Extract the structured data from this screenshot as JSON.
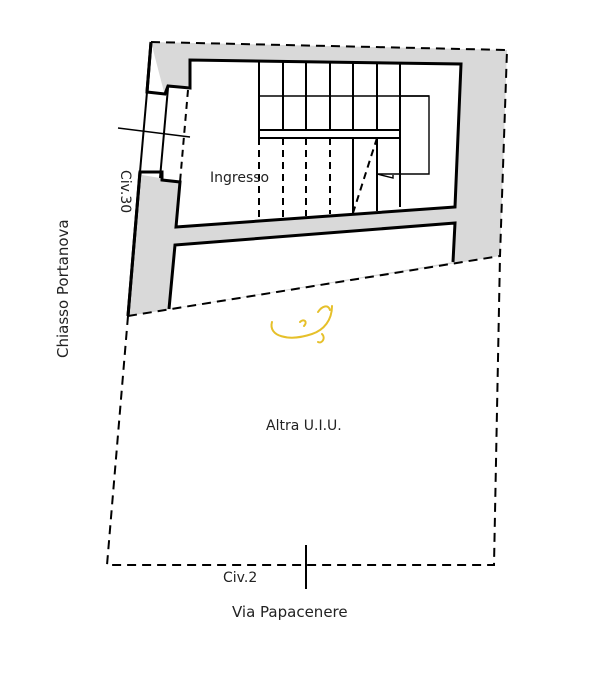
{
  "plan": {
    "rooms": {
      "entrance": "Ingresso",
      "other_unit": "Altra U.I.U."
    },
    "streets": {
      "left": "Chiasso Portanova",
      "bottom": "Via Papacenere"
    },
    "civic_numbers": {
      "left": "Civ.30",
      "bottom": "Civ.2"
    },
    "colors": {
      "wall_fill": "#d9d9d9",
      "line": "#000000",
      "stamp": "#e6c02a"
    },
    "stair": {
      "upper_flight_steps": 6,
      "lower_flight_steps": 6
    }
  }
}
